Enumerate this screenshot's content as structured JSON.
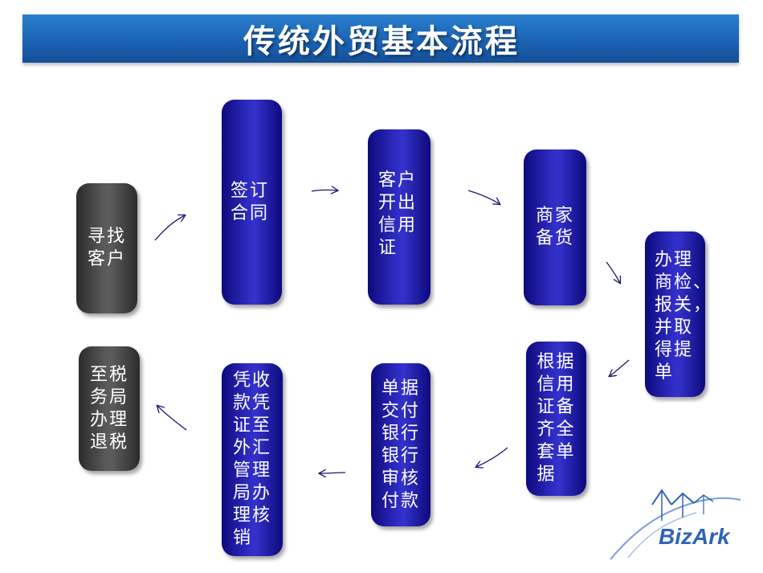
{
  "title": "传统外贸基本流程",
  "steps": {
    "find_customer": "寻找\n客户",
    "sign_contract": "签订\n合同",
    "open_lc": "客户\n开出\n信用\n证",
    "prepare_goods": "商家\n备货",
    "customs": "办理\n商检、\n报关，\n并取\n得提\n单",
    "documents": "根据\n信用\n证备\n齐全\n套单\n据",
    "bank_payment": "单据\n交付\n银行\n银行\n审核\n付款",
    "forex_verification": "凭收\n款凭\n证至\n外汇\n管理\n局办\n理核\n销",
    "tax_refund": "至税\n务局\n办理\n退税"
  },
  "logo": {
    "text": "BizArk",
    "color": "#2e63b8"
  },
  "colors": {
    "banner": "#1b63b4",
    "step_blue": "#2624b8",
    "step_gray": "#4a4a4a",
    "arrow": "#1a1a6e"
  }
}
